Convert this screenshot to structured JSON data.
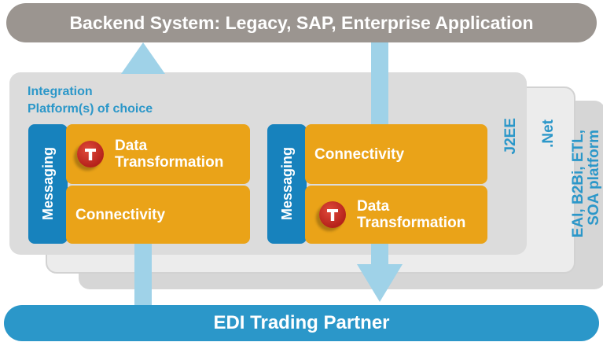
{
  "top_bar": {
    "label": "Backend System: Legacy, SAP, Enterprise Application"
  },
  "bottom_bar": {
    "label": "EDI Trading Partner"
  },
  "platform_label": {
    "line1": "Integration",
    "line2": "Platform(s) of choice"
  },
  "platform_tags": {
    "j2ee": "J2EE",
    "net": ".Net",
    "eai_line1": "EAI, B2Bi, ETL,",
    "eai_line2": "SOA platform"
  },
  "left_stack": {
    "messaging": "Messaging",
    "top_cell": {
      "line1": "Data",
      "line2": "Transformation"
    },
    "bottom_cell": "Connectivity"
  },
  "right_stack": {
    "messaging": "Messaging",
    "top_cell": "Connectivity",
    "bottom_cell": {
      "line1": "Data",
      "line2": "Transformation"
    }
  },
  "colors": {
    "backend_bar": "#9b9590",
    "edi_bar": "#2b97c9",
    "messaging_blue": "#1782bd",
    "module_orange": "#eaa318",
    "arrow_blue": "#9fd2e8",
    "icon_red": "#c0281e"
  },
  "icons": {
    "transformation_icon": "red-circle-T-icon"
  }
}
